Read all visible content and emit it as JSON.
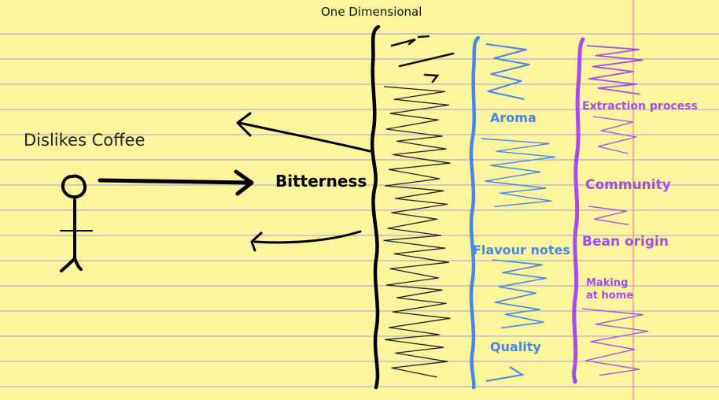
{
  "title": "One Dimensional",
  "person_label": "Dislikes Coffee",
  "center_label": "Bitterness",
  "blue_column": {
    "color": "#4a86e8",
    "labels": [
      "Aroma",
      "Flavour notes",
      "Quality"
    ]
  },
  "purple_column": {
    "color": "#a64ce8",
    "labels": [
      "Extraction process",
      "Community",
      "Bean origin",
      "Making at home"
    ]
  },
  "paper": {
    "background": "#fbf59d",
    "rule_color": "#9aa6d6",
    "margin_color": "#f09aa6"
  }
}
